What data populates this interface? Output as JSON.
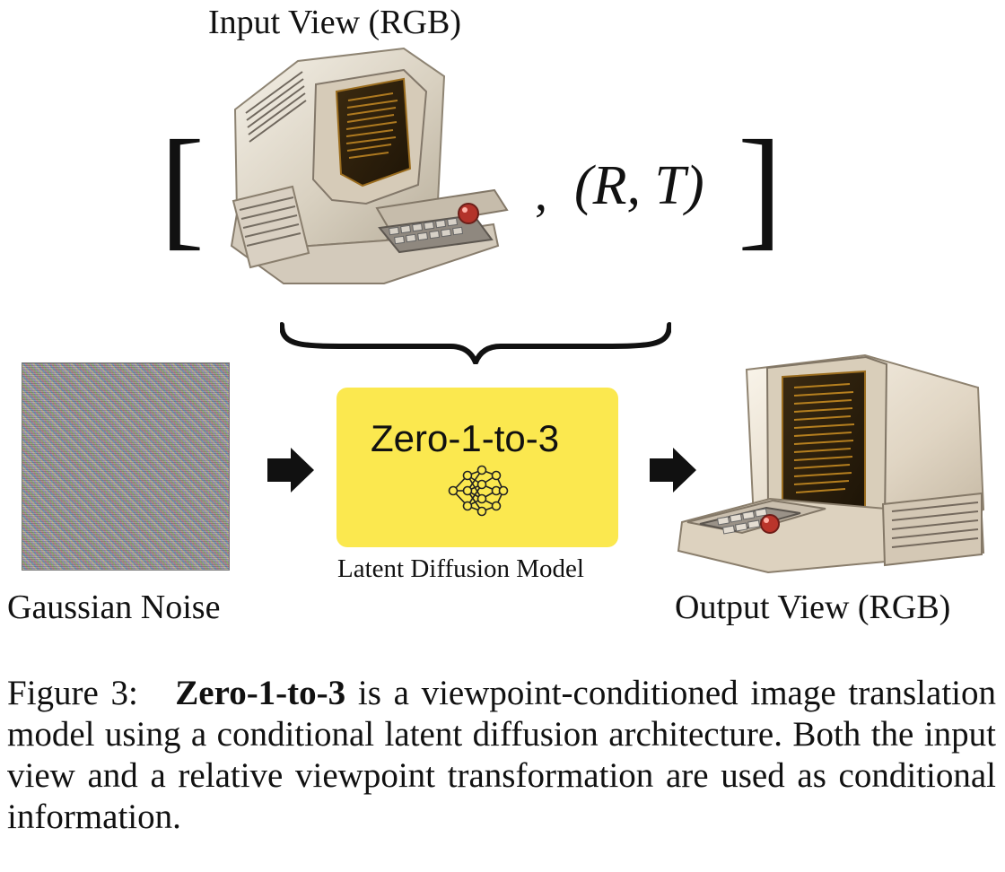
{
  "labels": {
    "input_view": "Input View (RGB)",
    "gaussian_noise": "Gaussian Noise",
    "output_view": "Output View (RGB)",
    "latent_model": "Latent Diffusion Model"
  },
  "math": {
    "left_bracket": "[",
    "comma": ",",
    "pose": "(R, T)",
    "right_bracket": "]"
  },
  "model": {
    "title": "Zero-1-to-3"
  },
  "caption": {
    "prefix": "Figure 3:",
    "bold": "Zero-1-to-3",
    "text": "is a viewpoint-conditioned image translation model using a conditional latent diffusion architecture. Both the input view and a relative viewpoint transformation are used as conditional information."
  },
  "colors": {
    "model_fill": "#fbe84f",
    "text": "#111111"
  }
}
